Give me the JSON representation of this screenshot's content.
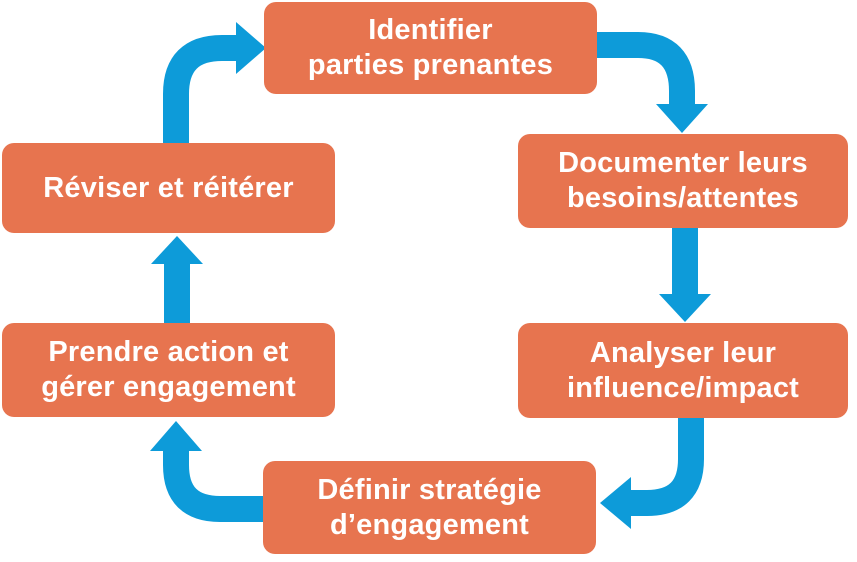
{
  "diagram": {
    "type": "cycle-flowchart",
    "nodes": [
      {
        "id": "identify",
        "label": "Identifier\nparties prenantes"
      },
      {
        "id": "document",
        "label": "Documenter leurs\nbesoins/attentes"
      },
      {
        "id": "analyze",
        "label": "Analyser leur\ninfluence/impact"
      },
      {
        "id": "define",
        "label": "Définir stratégie\nd’engagement"
      },
      {
        "id": "act",
        "label": "Prendre action et\ngérer engagement"
      },
      {
        "id": "revise",
        "label": "Réviser et réitérer"
      }
    ],
    "flow": [
      "identify -> document",
      "document -> analyze",
      "analyze -> define",
      "define -> act",
      "act -> revise",
      "revise -> identify"
    ]
  },
  "colors": {
    "node_fill": "#E7744F",
    "arrow": "#0D9BD9",
    "node_text": "#FFFFFF",
    "background": "#FFFFFF"
  }
}
